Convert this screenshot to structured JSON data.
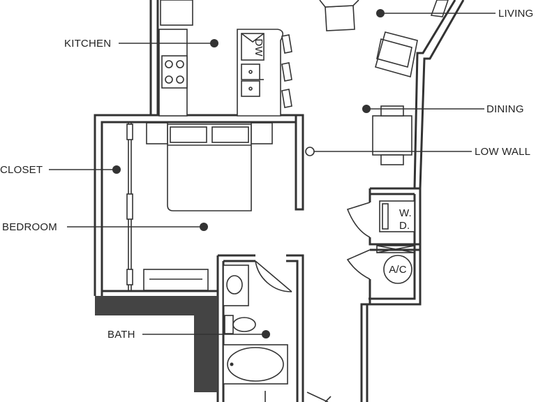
{
  "plan": {
    "rooms": [
      {
        "key": "kitchen",
        "label": "KITCHEN"
      },
      {
        "key": "living",
        "label": "LIVING"
      },
      {
        "key": "dining",
        "label": "DINING"
      },
      {
        "key": "low_wall",
        "label": "LOW WALL"
      },
      {
        "key": "closet",
        "label": "CLOSET"
      },
      {
        "key": "bedroom",
        "label": "BEDROOM"
      },
      {
        "key": "bath",
        "label": "BATH"
      }
    ],
    "fixtures": {
      "dishwasher": "DW",
      "washer_dryer_line1": "W.",
      "washer_dryer_line2": "D.",
      "air_conditioner": "A/C"
    },
    "colors": {
      "line": "#333333",
      "solid_wall": "#444444",
      "background": "#ffffff"
    }
  }
}
